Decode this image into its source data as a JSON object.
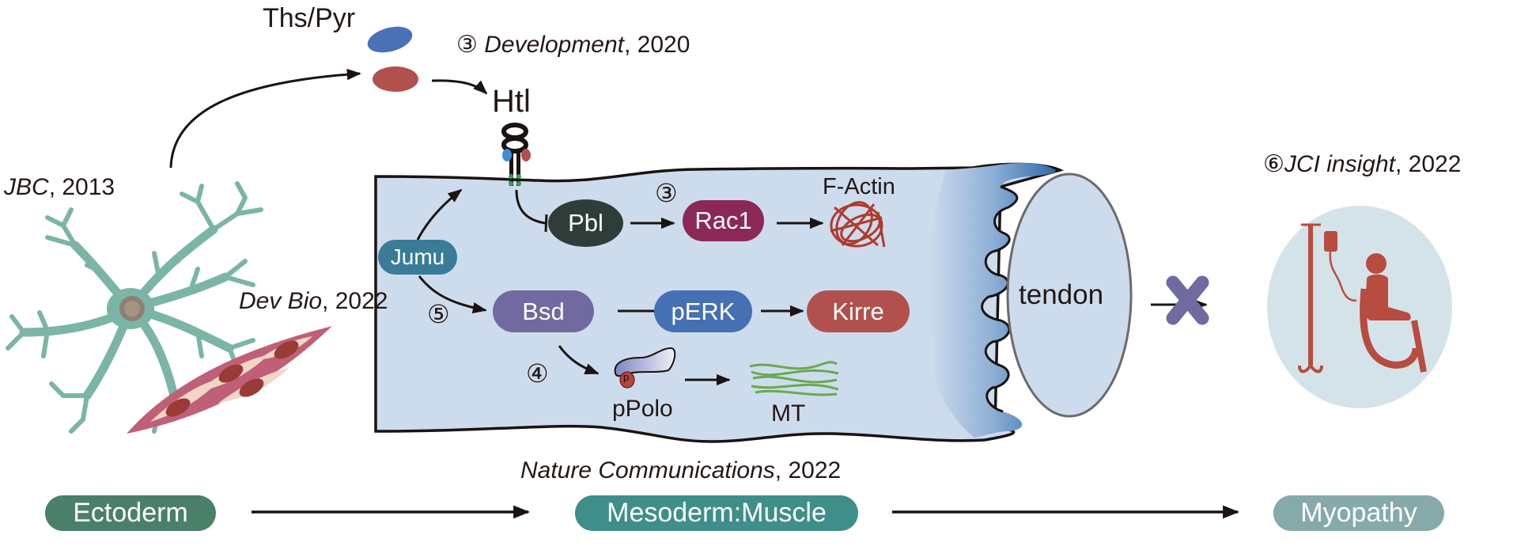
{
  "title": "Jumu regulates myogenesis: from ectoderm signaling to myopathy",
  "ligand": {
    "label": "Ths/Pyr",
    "colors": {
      "blue": "#4a72b5",
      "red": "#b0514e"
    }
  },
  "receptor": {
    "label": "Htl"
  },
  "citations": {
    "development": {
      "marker": "③",
      "journal": "Development",
      "year": ", 2020"
    },
    "jbc": {
      "journal": "JBC",
      "year": ", 2013"
    },
    "devbio": {
      "journal": "Dev Bio",
      "year": ", 2022"
    },
    "jci": {
      "marker": "⑥",
      "journal": "JCI insight",
      "year": ", 2022"
    },
    "natcomm": {
      "journal": "Nature Communications",
      "year": ", 2022"
    }
  },
  "markers": {
    "pathway3": "③",
    "pathway4": "④",
    "pathway5": "⑤"
  },
  "nodes": {
    "jumu": {
      "label": "Jumu",
      "color": "#3a7b98"
    },
    "pbl": {
      "label": "Pbl",
      "color": "#2f3d3a"
    },
    "rac1": {
      "label": "Rac1",
      "color": "#8c2857"
    },
    "bsd": {
      "label": "Bsd",
      "color": "#716aa0"
    },
    "perk": {
      "label": "pERK",
      "color": "#4570b3"
    },
    "kirre": {
      "label": "Kirre",
      "color": "#b0514e"
    }
  },
  "structures": {
    "factin": {
      "label": "F-Actin",
      "color": "#b03a2e"
    },
    "ppolo": {
      "label": "pPolo",
      "phospho": "p"
    },
    "mt": {
      "label": "MT",
      "color": "#6aa84f"
    },
    "tendon": {
      "label": "tendon"
    }
  },
  "stages": [
    {
      "label": "Ectoderm",
      "color": "#4a8068"
    },
    {
      "label": "Mesoderm:Muscle",
      "color": "#3f8e8a"
    },
    {
      "label": "Myopathy",
      "color": "#86aaa9"
    }
  ],
  "colors": {
    "cell_fill": "#cddced",
    "neuron": "#7ab5a6",
    "muscle": "#bf6078",
    "block_x": "#6f6aa0",
    "patient": "#b84c3e",
    "patient_bg": "#d4e3ea"
  }
}
